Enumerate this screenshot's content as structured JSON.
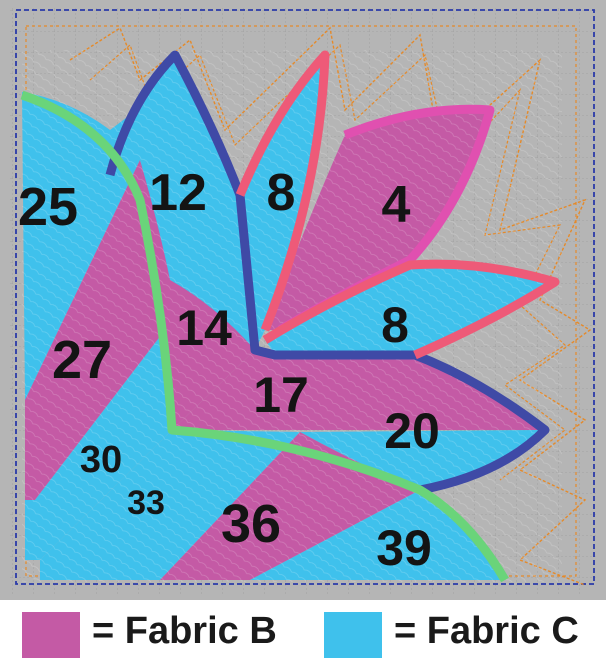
{
  "colors": {
    "background": "#b5b5b5",
    "fabric_b": "#c45aa5",
    "fabric_c": "#3fc1ec",
    "outline_blue": "#3f4aa6",
    "outline_pink": "#ee5a78",
    "outline_magenta": "#e050b0",
    "outline_green": "#6ad47a",
    "quilting_orange": "#e58a2a"
  },
  "block": {
    "numbers": {
      "n25": "25",
      "n12": "12",
      "n8a": "8",
      "n4": "4",
      "n27": "27",
      "n14": "14",
      "n8b": "8",
      "n17": "17",
      "n20": "20",
      "n30": "30",
      "n33": "33",
      "n36": "36",
      "n39": "39"
    }
  },
  "legend": {
    "fabric_b_label": "= Fabric B",
    "fabric_c_label": "= Fabric C"
  }
}
